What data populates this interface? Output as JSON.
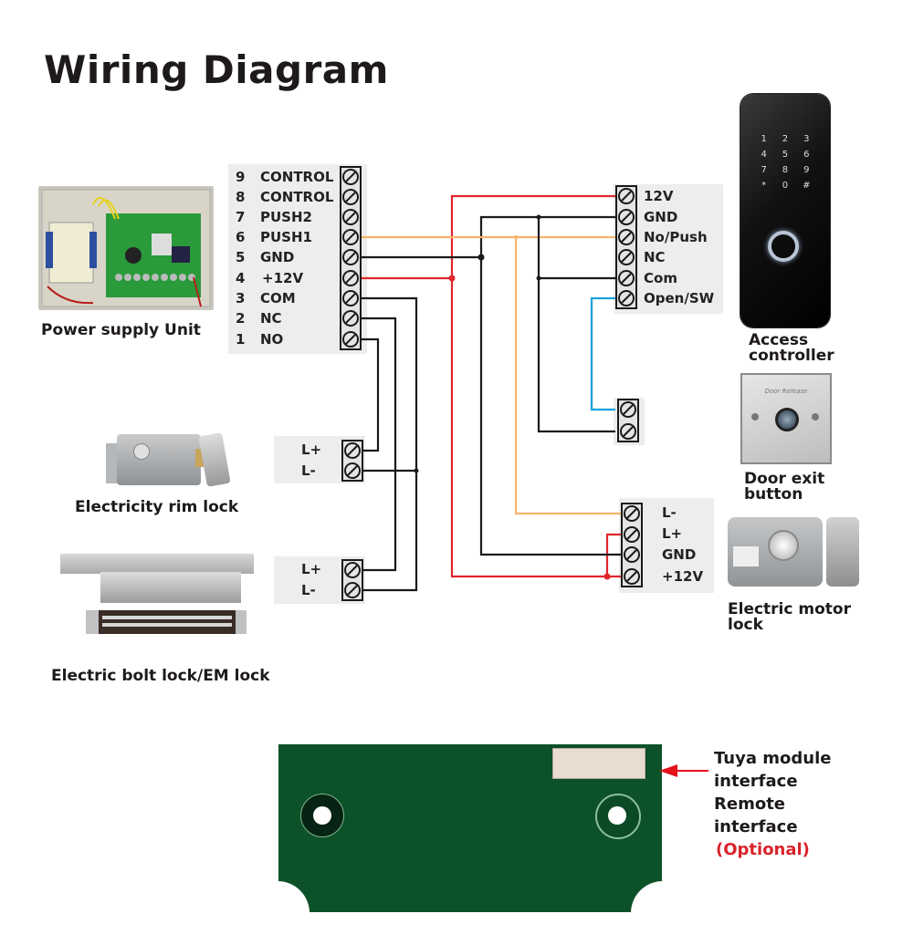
{
  "title": "Wiring Diagram",
  "colors": {
    "red_wire": "#e0262b",
    "black_wire": "#1a1a1a",
    "orange_wire": "#f6b46a",
    "blue_wire": "#1aa3dc",
    "pcb_green": "#0d5128",
    "optional_red": "#d9232a"
  },
  "power_supply": {
    "caption": "Power supply Unit",
    "terminals": [
      {
        "num": "9",
        "label": "CONTROL"
      },
      {
        "num": "8",
        "label": "CONTROL"
      },
      {
        "num": "7",
        "label": "PUSH2"
      },
      {
        "num": "6",
        "label": "PUSH1"
      },
      {
        "num": "5",
        "label": "GND"
      },
      {
        "num": "4",
        "label": "+12V"
      },
      {
        "num": "3",
        "label": "COM"
      },
      {
        "num": "2",
        "label": "NC"
      },
      {
        "num": "1",
        "label": "NO"
      }
    ]
  },
  "access_controller": {
    "caption_line1": "Access",
    "caption_line2": "controller",
    "keypad": [
      "1",
      "2",
      "3",
      "4",
      "5",
      "6",
      "7",
      "8",
      "9",
      "*",
      "0",
      "#"
    ],
    "terminals": [
      "12V",
      "GND",
      "No/Push",
      "NC",
      "Com",
      "Open/SW"
    ]
  },
  "door_exit_button": {
    "caption_line1": "Door exit",
    "caption_line2": "button",
    "plate_text": "Door Release"
  },
  "rim_lock": {
    "caption": "Electricity rim lock",
    "terminals": [
      "L+",
      "L-"
    ]
  },
  "bolt_lock": {
    "caption": "Electric bolt lock/EM lock",
    "terminals": [
      "L+",
      "L-"
    ]
  },
  "motor_lock": {
    "caption_line1": "Electric motor",
    "caption_line2": "lock",
    "terminals": [
      "L-",
      "L+",
      "GND",
      "+12V"
    ]
  },
  "tuya": {
    "line1": "Tuya module",
    "line2": "interface",
    "line3": "Remote",
    "line4": "interface",
    "optional": "(Optional)"
  }
}
